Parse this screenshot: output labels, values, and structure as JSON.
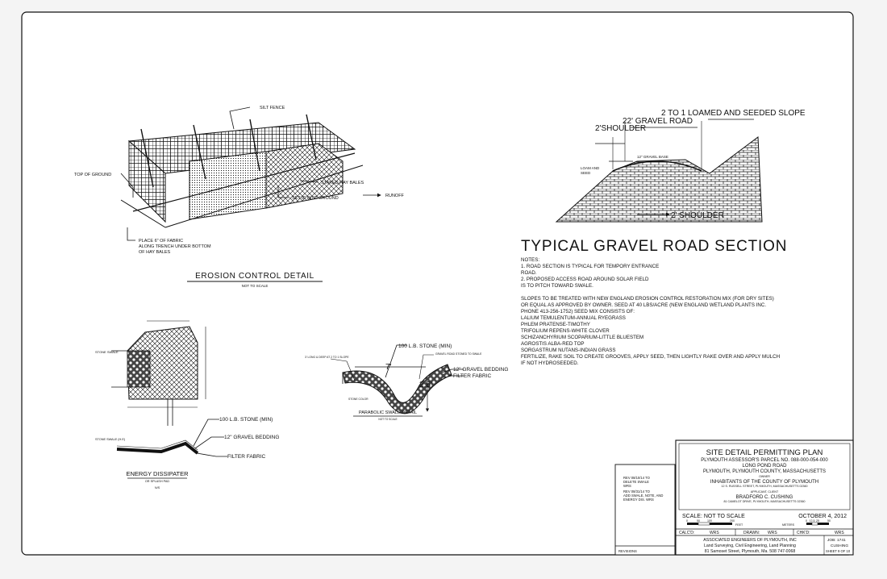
{
  "erosion_detail": {
    "labels": {
      "silt_fence": "SILT FENCE",
      "top_of_ground": "TOP OF GROUND",
      "staked_hay_bales": "STAKED HAY BALES",
      "runoff": "RUNOFF",
      "set_into_ground": "SET 8\" INTO GROUND",
      "place_fabric_1": "PLACE 6\" OF FABRIC",
      "place_fabric_2": "ALONG TRENCH UNDER BOTTOM",
      "place_fabric_3": "OF HAY BALES"
    },
    "title": "EROSION CONTROL DETAIL",
    "subtitle": "NOT TO SCALE"
  },
  "road_section": {
    "labels": {
      "slope": "2 TO 1 LOAMED AND SEEDED SLOPE",
      "gravel_road": "22' GRAVEL ROAD",
      "shoulder_left": "2'SHOULDER",
      "gravel_base": "12\" GRAVEL BASE",
      "loam_seed_1": "LOAM AND",
      "loam_seed_2": "SEED",
      "shoulder_bottom": "2' SHOULDER"
    },
    "title": "TYPICAL GRAVEL ROAD SECTION"
  },
  "notes": {
    "lines": [
      "NOTES:",
      "1.  ROAD SECTION IS TYPICAL FOR TEMPORY ENTRANCE",
      "ROAD.",
      "2.  PROPOSED ACCESS ROAD AROUND SOLAR FIELD",
      "IS TO PITCH TOWARD SWALE.",
      "",
      "SLOPES TO BE TREATED WITH NEW ENGLAND EROSION CONTROL RESTORATION MIX (FOR DRY SITES)",
      "OR EQUAL AS APPROVED BY OWNER.  SEED AT 40 LBS/ACRE (NEW ENGLAND WETLAND PLANTS INC.",
      "PHONE 413-256-1752)  SEED MIX CONSISTS OF:",
      "LALIUM TEMULENTUM-ANNUAL RYEGRASS",
      "PHLEM PRATENSE-TIMOTHY",
      "TRIFOLIUM REPENS-WHITE CLOVER",
      "SCHIZANCHYRIUM SCOPARIUM-LITTLE BLUESTEM",
      "AGROSTIS ALBA-RED TOP",
      "SORGASTRUM NUTANS-INDIAN GRASS",
      "FERTILIZE, RAKE SOIL TO CREATE GROOVES, APPLY SEED, THEN LIGHTLY RAKE OVER AND APPLY MULCH",
      "IF NOT HYDROSEEDED."
    ]
  },
  "energy_dissipater": {
    "labels": {
      "stone_swale": "STONE SWALE",
      "stone_min": "100 L.B. STONE (MIN)",
      "gravel_bedding": "12\" GRAVEL BEDDING",
      "filter_fabric": "FILTER FABRIC",
      "stone_swale_small": "STONE SWALE (H.E)"
    },
    "title": "ENERGY DISSIPATER",
    "subtitle": "OR SPLASH PAD",
    "note": "N/S"
  },
  "parabolic_swale": {
    "labels": {
      "stone_min": "100 L.B. STONE (MIN)",
      "gravel_bedding": "12\" GRAVEL BEDDING",
      "filter_fabric": "FILTER FABRIC",
      "width": "7'",
      "depth": "2.5'",
      "left_note": "3' LONG & DEEP AT 2 TO 1 SLOPE",
      "right_note": "GRAVEL ROAD STONED TO SWALE",
      "stone_color": "STONE COLOR"
    },
    "title": "PARABOLIC SWALE DETAIL",
    "subtitle": "NOT TO SCALE"
  },
  "revisions": {
    "entries": [
      "REV 08/10/14 TO",
      "DELETE SWALE",
      "WRS",
      "REV 08/31/14 TO",
      "ADD SWALE, NOTE, AND",
      "ENERGY DIS.  WRS"
    ],
    "footer": "REVISIONS"
  },
  "title_block": {
    "title": "SITE DETAIL PERMITTING PLAN",
    "parcel": "PLYMOUTH ASSESSOR'S PARCEL NO. 088-000-054-000",
    "road": "LONG POND ROAD",
    "location": "PLYMOUTH, PLYMOUTH COUNTY, MASSACHUSETTS",
    "owner_label": "OWNER",
    "owner": "INHABITANTS OF THE COUNTY OF PLYMOUTH",
    "owner_address": "12 S. RUSSELL STREET, PLYMOUTH, MASSACHUSETTS 02360",
    "applicant_label": "APPLICANT, CLIENT",
    "applicant": "BRADFORD C. CUSHING",
    "applicant_address": "81 CAMELOT DRIVE, PLYMOUTH, MASSACHUSETTS 02360",
    "scale": "SCALE: NOT TO SCALE",
    "date": "OCTOBER 4, 2012",
    "scale_feet": [
      "0",
      "50",
      "100",
      "200"
    ],
    "feet_label": "FEET",
    "meters_label": "METERS",
    "scale_meters": [
      "0",
      "12.5",
      "25",
      "50"
    ],
    "calcd": "CALC'D:",
    "calcd_val": "WRS",
    "drawn": "DRAWN:",
    "drawn_val": "WRS",
    "chkd": "CHK'D:",
    "chkd_val": "WRS",
    "firm": "ASSOCIATED ENGINEERS OF PLYMOUTH, INC",
    "firm_services": "Land Surveying, Civil Engineering, Land Planning",
    "firm_address": "81 Samoset Street, Plymouth, Ma. 508 747-0068",
    "job": "JOB:  1741",
    "client": "CUSHING",
    "sheet": "SHEET 9 OF 10"
  },
  "colors": {
    "ink": "#111111",
    "paper": "#ffffff",
    "background": "#f4f4f4"
  }
}
